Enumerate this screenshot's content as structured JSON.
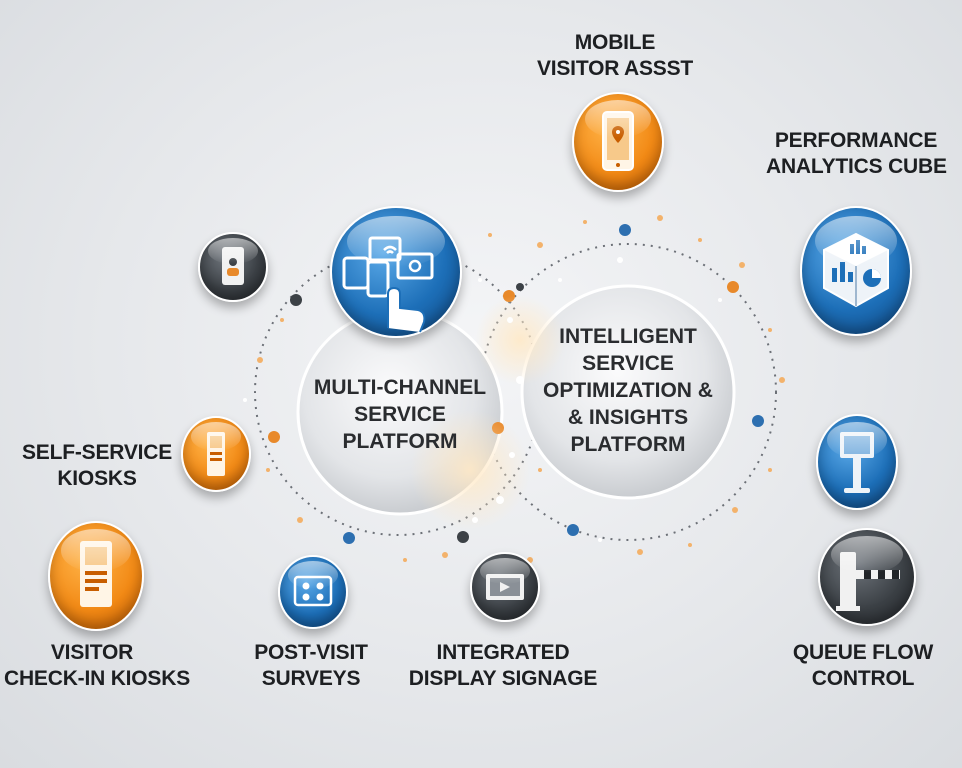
{
  "hubs": {
    "left": {
      "lines": [
        "MULTI-CHANNEL",
        "SERVICE",
        "PLATFORM"
      ]
    },
    "right": {
      "lines": [
        "INTELLIGENT",
        "SERVICE",
        "OPTIMIZATION &",
        "& INSIGHTS",
        "PLATFORM"
      ]
    }
  },
  "nodes": {
    "mobile_visitor_assist": {
      "lines": [
        "MOBILE",
        "VISITOR ASSST"
      ],
      "icon": "smartphone-location-icon",
      "color": "#f28a16"
    },
    "performance_analytics_cube": {
      "lines": [
        "PERFORMANCE",
        "ANALYTICS CUBE"
      ],
      "icon": "analytics-cube-icon",
      "color": "#1d6fb8"
    },
    "multichannel_devices": {
      "lines": [],
      "icon": "multi-device-touch-icon",
      "color": "#1d6fb8"
    },
    "mobile_app": {
      "lines": [],
      "icon": "smartphone-user-icon",
      "color": "#3c4146"
    },
    "self_service_kiosks": {
      "lines": [
        "SELF-SERVICE",
        "KIOSKS"
      ],
      "icon": "kiosk-icon",
      "color": "#f28a16"
    },
    "visitor_checkin_kiosks": {
      "lines": [
        "VISITOR",
        "CHECK-IN KIOSKS"
      ],
      "icon": "checkin-kiosk-icon",
      "color": "#f28a16"
    },
    "post_visit_surveys": {
      "lines": [
        "POST-VISIT",
        "SURVEYS"
      ],
      "icon": "survey-rating-icon",
      "color": "#1d6fb8"
    },
    "integrated_display_signage": {
      "lines": [
        "INTEGRATED",
        "DISPLAY SIGNAGE"
      ],
      "icon": "display-signage-icon",
      "color": "#3c4146"
    },
    "digital_kiosk_station": {
      "lines": [],
      "icon": "digital-kiosk-station-icon",
      "color": "#1d6fb8"
    },
    "queue_flow_control": {
      "lines": [
        "QUEUE FLOW",
        "CONTROL"
      ],
      "icon": "barrier-gate-icon",
      "color": "#3c4146"
    }
  }
}
